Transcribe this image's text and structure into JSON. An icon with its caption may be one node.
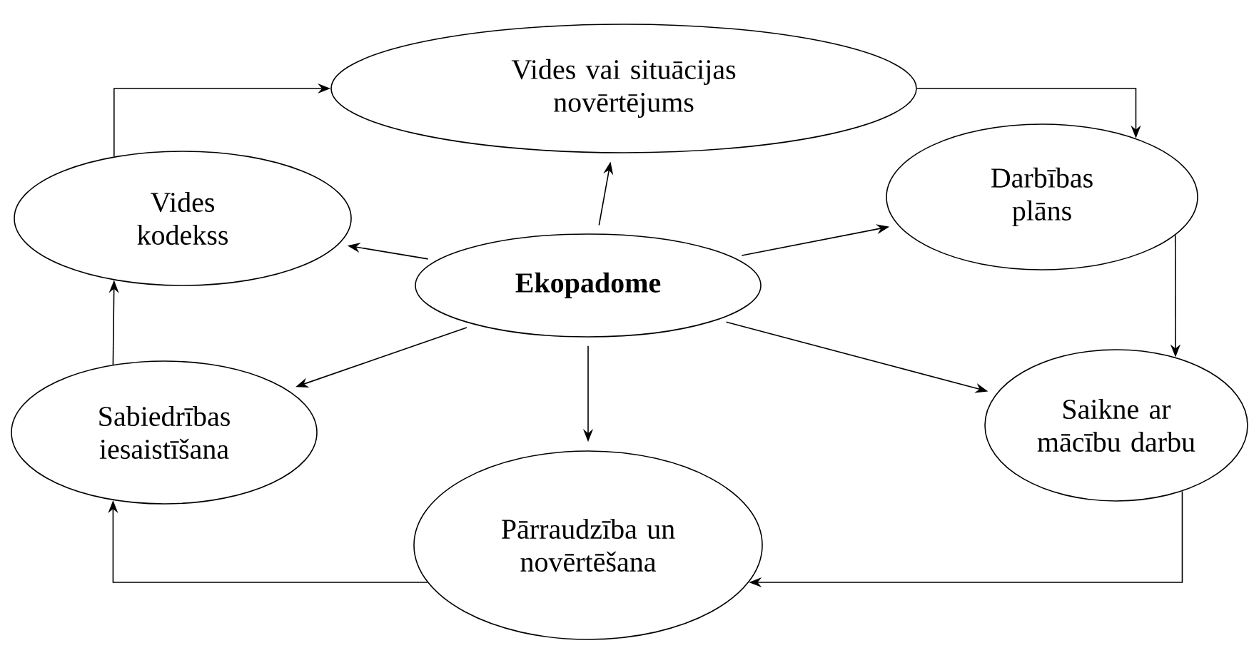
{
  "diagram": {
    "nodes": [
      {
        "text": [
          "Vides vai situācijas novērtējums"
        ]
      },
      {
        "text": [
          "Vides kodekss"
        ]
      },
      {
        "text": [
          "Darbības plāns"
        ]
      },
      {
        "text": [
          "Ekopadome"
        ]
      },
      {
        "text": [
          "Sabiedrības iesaistīšana"
        ]
      },
      {
        "text": [
          "Saikne ar mācību darbu"
        ]
      },
      {
        "text": [
          "Pārraudzība un novērtēšana"
        ]
      }
    ],
    "edges": [
      {
        "from": 1,
        "to": 0,
        "arrow": "to"
      },
      {
        "from": 0,
        "to": 2,
        "arrow": "to"
      },
      {
        "from": 3,
        "to": 0,
        "arrow": "to"
      },
      {
        "from": 3,
        "to": 1,
        "arrow": "to"
      },
      {
        "from": 3,
        "to": 2,
        "arrow": "to"
      },
      {
        "from": 2,
        "to": 5,
        "arrow": "to"
      },
      {
        "from": 3,
        "to": 4,
        "arrow": "to"
      },
      {
        "from": 3,
        "to": 6,
        "arrow": "to"
      },
      {
        "from": 3,
        "to": 5,
        "arrow": "to"
      },
      {
        "from": 4,
        "to": 1,
        "arrow": "to"
      },
      {
        "from": 5,
        "to": 6,
        "arrow": "to"
      },
      {
        "from": 6,
        "to": 4,
        "arrow": "to"
      }
    ]
  }
}
